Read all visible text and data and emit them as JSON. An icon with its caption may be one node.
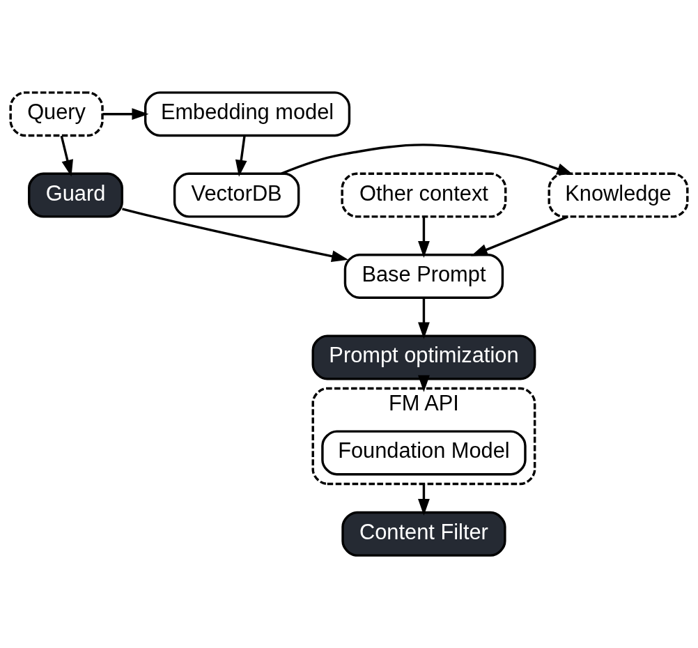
{
  "diagram": {
    "nodes": [
      {
        "text": [
          "Embedding model"
        ]
      },
      {
        "text": [
          "Query"
        ]
      },
      {
        "text": [
          "Guard"
        ]
      },
      {
        "text": [
          "VectorDB"
        ]
      },
      {
        "text": [
          "Knowledge"
        ]
      },
      {
        "text": [
          "Base Prompt"
        ]
      },
      {
        "text": [
          "Other context"
        ]
      },
      {
        "text": [
          "Prompt optimization"
        ]
      },
      {
        "text": [
          "FM API"
        ]
      },
      {
        "text": [
          "Foundation Model"
        ],
        "in": 8
      },
      {
        "text": [
          "Content Filter"
        ]
      }
    ],
    "edges": [
      {
        "from": 1,
        "to": 0,
        "arrow": "to"
      },
      {
        "from": 0,
        "to": 3,
        "arrow": "to"
      },
      {
        "from": 1,
        "to": 2,
        "arrow": "to"
      },
      {
        "from": 3,
        "to": 4,
        "arrow": "to"
      },
      {
        "from": 2,
        "to": 5,
        "arrow": "to"
      },
      {
        "from": 4,
        "to": 5,
        "arrow": "to"
      },
      {
        "from": 6,
        "to": 5,
        "arrow": "to"
      },
      {
        "from": 5,
        "to": 7,
        "arrow": "to"
      },
      {
        "from": 7,
        "to": 8,
        "arrow": "to"
      },
      {
        "from": 8,
        "to": 10,
        "arrow": "to"
      }
    ]
  }
}
